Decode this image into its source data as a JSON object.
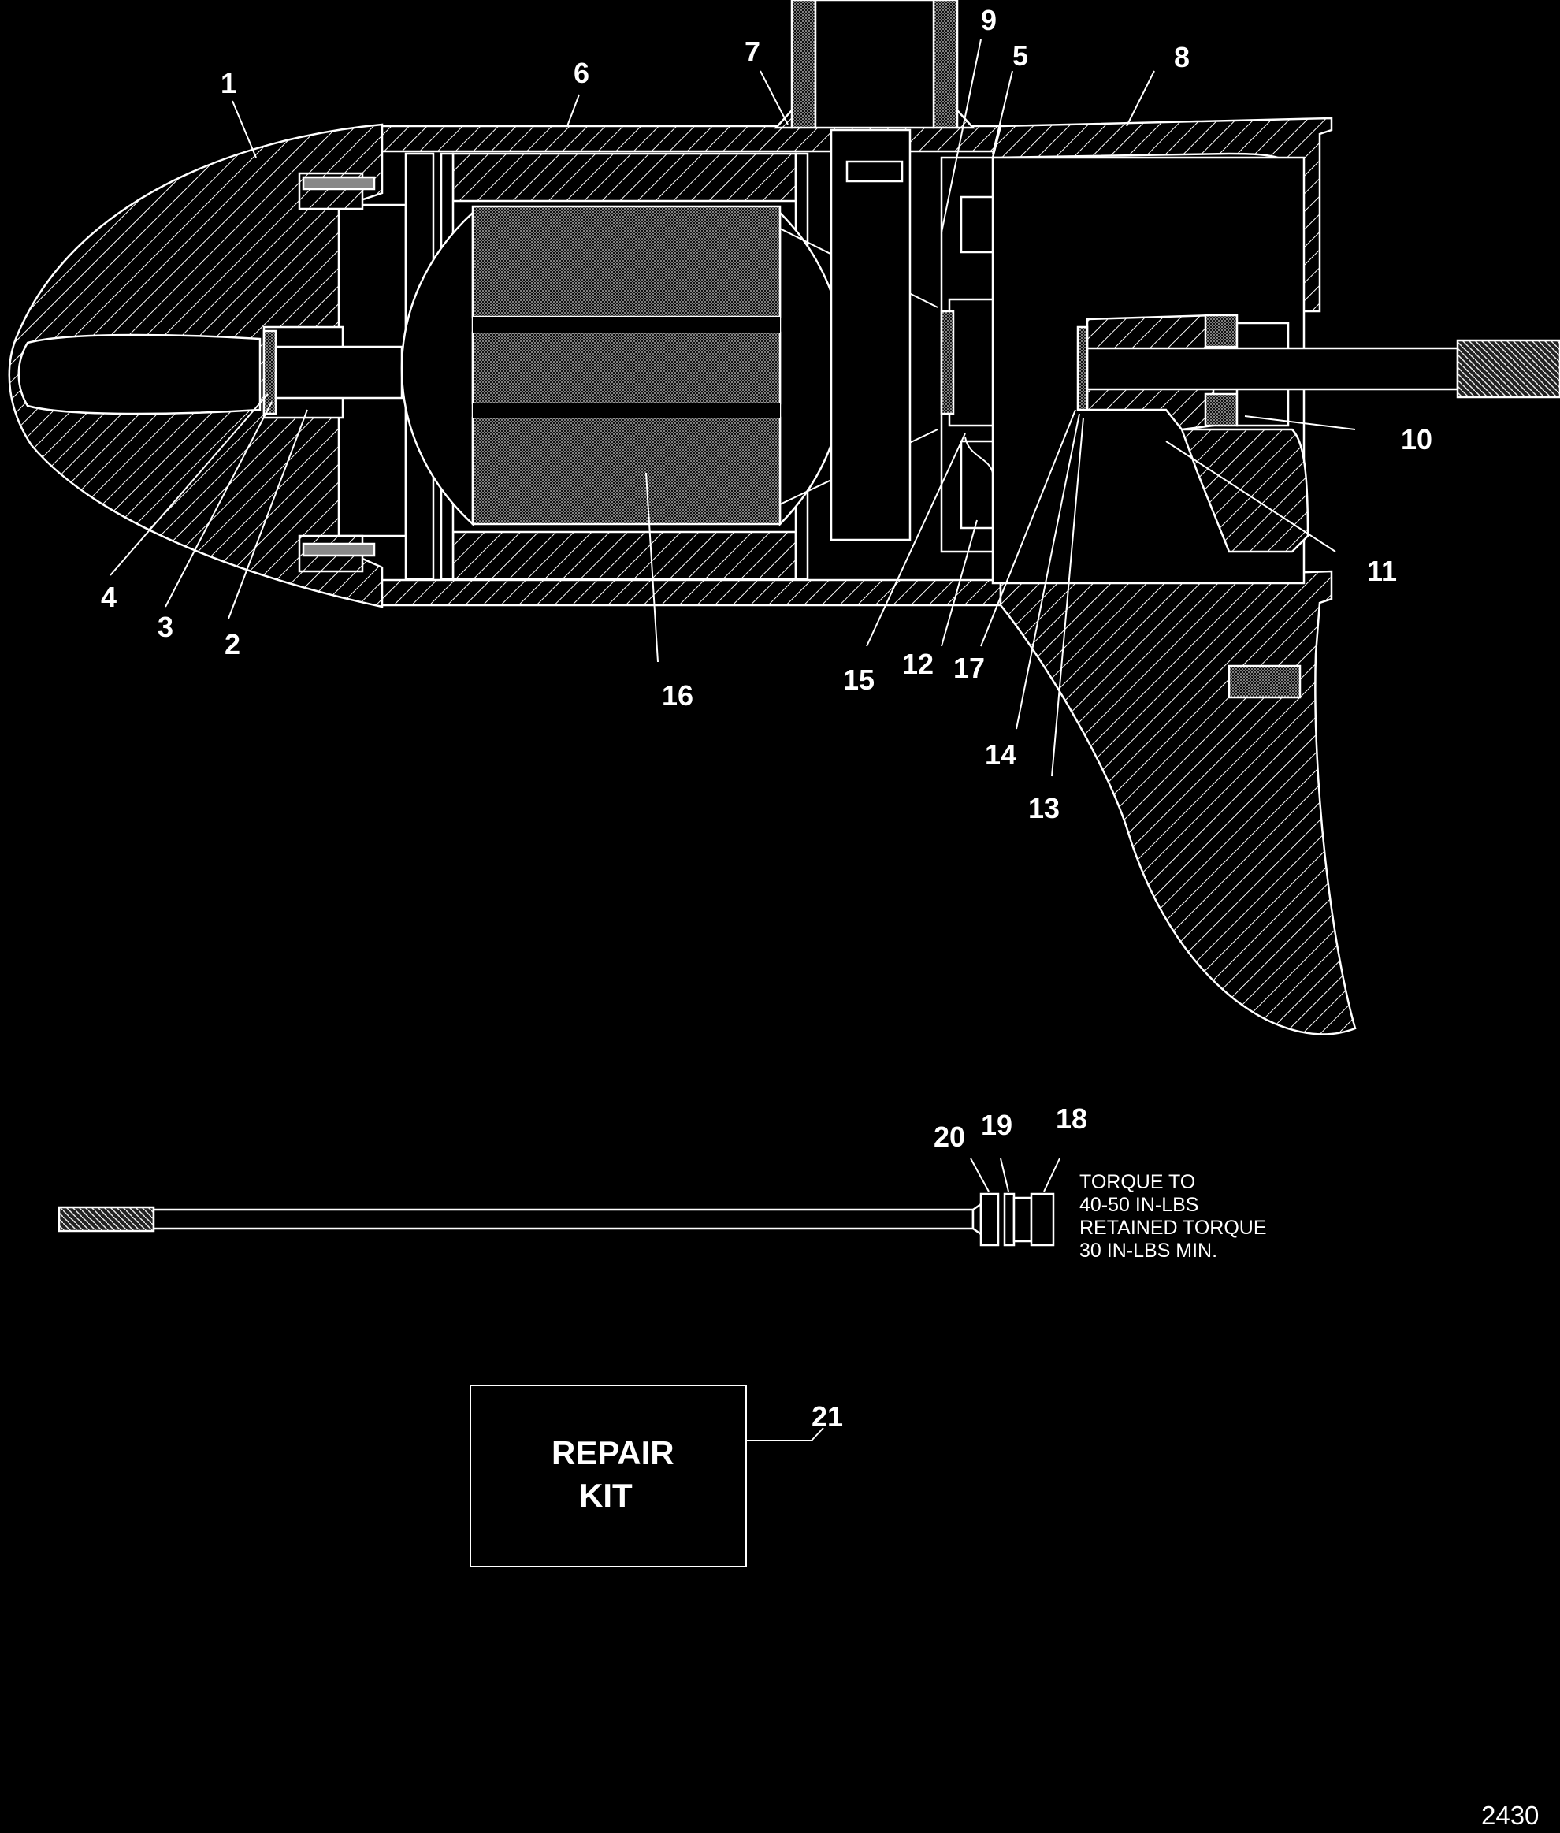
{
  "callouts": {
    "c1": "1",
    "c2": "2",
    "c3": "3",
    "c4": "4",
    "c5": "5",
    "c6": "6",
    "c7": "7",
    "c8": "8",
    "c9": "9",
    "c10": "10",
    "c11": "11",
    "c12": "12",
    "c13": "13",
    "c14": "14",
    "c15": "15",
    "c16": "16",
    "c17": "17",
    "c18": "18",
    "c19": "19",
    "c20": "20",
    "c21": "21"
  },
  "torque_note": {
    "line1": "TORQUE TO",
    "line2": "40-50 IN-LBS",
    "line3": "RETAINED TORQUE",
    "line4": "30 IN-LBS MIN."
  },
  "repair_kit": {
    "line1": "REPAIR",
    "line2": "KIT"
  },
  "figure_number": "2430",
  "colors": {
    "background": "#000000",
    "line": "#ffffff"
  }
}
